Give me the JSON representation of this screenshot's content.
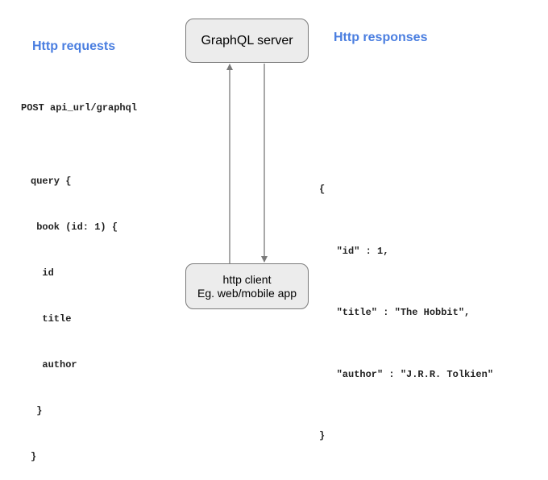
{
  "requests": {
    "heading": "Http requests",
    "post_line": "POST api_url/graphql",
    "query_lines": [
      "query {",
      " book (id: 1) {",
      "  id",
      "  title",
      "  author",
      " }",
      "}"
    ]
  },
  "responses": {
    "heading": "Http responses",
    "body_lines": [
      "{",
      "   \"id\" : 1,",
      "   \"title\" : \"The Hobbit\",",
      "   \"author\" : \"J.R.R. Tolkien\"",
      "}"
    ]
  },
  "server": {
    "label": "GraphQL server"
  },
  "client": {
    "line1": "http client",
    "line2": "Eg. web/mobile app"
  },
  "colors": {
    "heading": "#4a7ee0",
    "box_fill": "#ececec",
    "box_border": "#7a7a7a",
    "arrow": "#7a7a7a"
  }
}
